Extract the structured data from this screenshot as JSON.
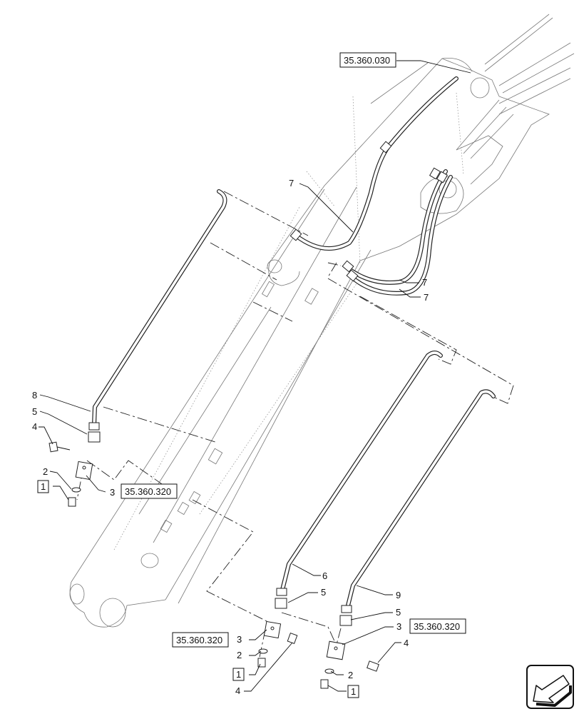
{
  "diagram": {
    "references": {
      "top": "35.360.030",
      "mid_left": "35.360.320",
      "bottom_left": "35.360.320",
      "bottom_right": "35.360.320"
    },
    "callouts": {
      "c8": "8",
      "c5a": "5",
      "c4a": "4",
      "c2a": "2",
      "c1a": "1",
      "c3a": "3",
      "c7a": "7",
      "c7b": "7",
      "c7c": "7",
      "c6": "6",
      "c5b": "5",
      "c9": "9",
      "c5c": "5",
      "c3b": "3",
      "c3c": "3",
      "c2b": "2",
      "c1b": "1",
      "c4b": "4",
      "c4c": "4",
      "c2c": "2",
      "c1c": "1"
    },
    "nav_icon": "arrow-left-icon"
  }
}
